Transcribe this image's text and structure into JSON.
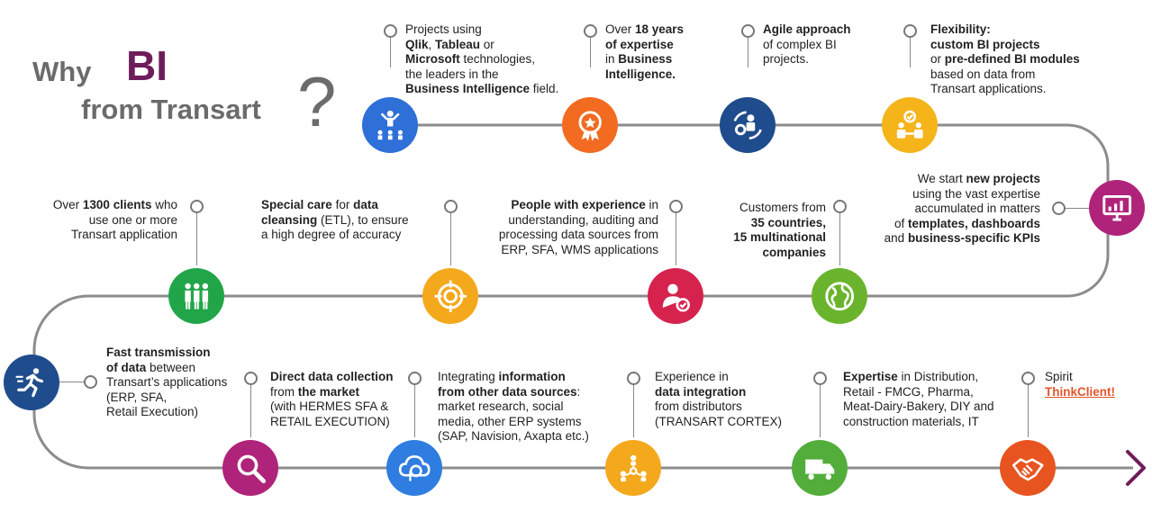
{
  "title": {
    "why": "Why",
    "bi": "BI",
    "from": "from Transart",
    "q": "?"
  },
  "colors": {
    "path": "#8c8c8c",
    "accent": "#6e1d5b",
    "thinkclient": "#e0552c"
  },
  "milestones": [
    {
      "id": "m1",
      "icon": "presenter-icon",
      "color": "#2e6fd8",
      "lines": [
        [
          "Projects using"
        ],
        [
          "*Qlik*, *Tableau* or"
        ],
        [
          "*Microsoft* technologies,"
        ],
        [
          "the leaders in the"
        ],
        [
          "*Business Intelligence* field."
        ]
      ]
    },
    {
      "id": "m2",
      "icon": "award-ribbon-icon",
      "color": "#f26b21",
      "lines": [
        [
          "Over *18 years*"
        ],
        [
          "*of expertise*"
        ],
        [
          "in *Business*"
        ],
        [
          "*Intelligence.*"
        ]
      ]
    },
    {
      "id": "m3",
      "icon": "agile-cycle-icon",
      "color": "#1f4c8c",
      "lines": [
        [
          "*Agile approach*"
        ],
        [
          "of complex BI"
        ],
        [
          "projects."
        ]
      ]
    },
    {
      "id": "m4",
      "icon": "team-check-icon",
      "color": "#f4b41a",
      "lines": [
        [
          "*Flexibility:*"
        ],
        [
          "*custom BI projects*"
        ],
        [
          "or *pre-defined BI modules*"
        ],
        [
          "based on data from"
        ],
        [
          "Transart applications."
        ]
      ]
    },
    {
      "id": "m5",
      "icon": "dashboard-monitor-icon",
      "color": "#b0237a",
      "lines": [
        [
          "We start *new projects*"
        ],
        [
          "using the vast expertise"
        ],
        [
          "accumulated in matters"
        ],
        [
          "of *templates, dashboards*"
        ],
        [
          "and *business-specific KPIs*"
        ]
      ]
    },
    {
      "id": "m6",
      "icon": "globe-icon",
      "color": "#6ab42d",
      "lines": [
        [
          "Customers from"
        ],
        [
          "*35 countries,*"
        ],
        [
          "*15 multinational*"
        ],
        [
          "*companies*"
        ]
      ]
    },
    {
      "id": "m7",
      "icon": "expert-check-icon",
      "color": "#d6234d",
      "lines": [
        [
          "*People with experience* in"
        ],
        [
          "understanding, auditing and"
        ],
        [
          "processing data sources from"
        ],
        [
          "ERP, SFA, WMS applications"
        ]
      ]
    },
    {
      "id": "m8",
      "icon": "target-icon",
      "color": "#f4a81c",
      "lines": [
        [
          "*Special care* for *data*"
        ],
        [
          "*cleansing* (ETL), to ensure"
        ],
        [
          "a high degree of accuracy"
        ]
      ]
    },
    {
      "id": "m9",
      "icon": "clients-group-icon",
      "color": "#21a548",
      "lines": [
        [
          "Over *1300 clients* who"
        ],
        [
          "use one or more"
        ],
        [
          "Transart application"
        ]
      ]
    },
    {
      "id": "m10",
      "icon": "running-man-icon",
      "color": "#1f4c8c",
      "lines": [
        [
          "*Fast transmission*"
        ],
        [
          "*of data* between"
        ],
        [
          "Transart’s applications"
        ],
        [
          "(ERP, SFA,"
        ],
        [
          "Retail Execution)"
        ]
      ]
    },
    {
      "id": "m11",
      "icon": "magnifier-icon",
      "color": "#b0237a",
      "lines": [
        [
          "*Direct data collection*"
        ],
        [
          "from *the market*"
        ],
        [
          "(with HERMES SFA &"
        ],
        [
          "RETAIL EXECUTION)"
        ]
      ]
    },
    {
      "id": "m12",
      "icon": "cloud-sync-icon",
      "color": "#2f7de0",
      "lines": [
        [
          "Integrating *information*"
        ],
        [
          "*from other data sources*:"
        ],
        [
          "market research, social"
        ],
        [
          "media, other ERP systems"
        ],
        [
          "(SAP, Navision, Axapta etc.)"
        ]
      ]
    },
    {
      "id": "m13",
      "icon": "network-users-icon",
      "color": "#f4a81c",
      "lines": [
        [
          "Experience in"
        ],
        [
          "*data integration*"
        ],
        [
          "from distributors"
        ],
        [
          "(TRANSART CORTEX)"
        ]
      ]
    },
    {
      "id": "m14",
      "icon": "truck-icon",
      "color": "#52ad3a",
      "lines": [
        [
          "*Expertise* in Distribution,"
        ],
        [
          "Retail - FMCG, Pharma,"
        ],
        [
          "Meat-Dairy-Bakery, DIY and"
        ],
        [
          "construction materials, IT"
        ]
      ]
    },
    {
      "id": "m15",
      "icon": "handshake-icon",
      "color": "#e8541f",
      "lines": [
        [
          "Spirit"
        ],
        [
          "#ThinkClient!#"
        ]
      ]
    }
  ]
}
